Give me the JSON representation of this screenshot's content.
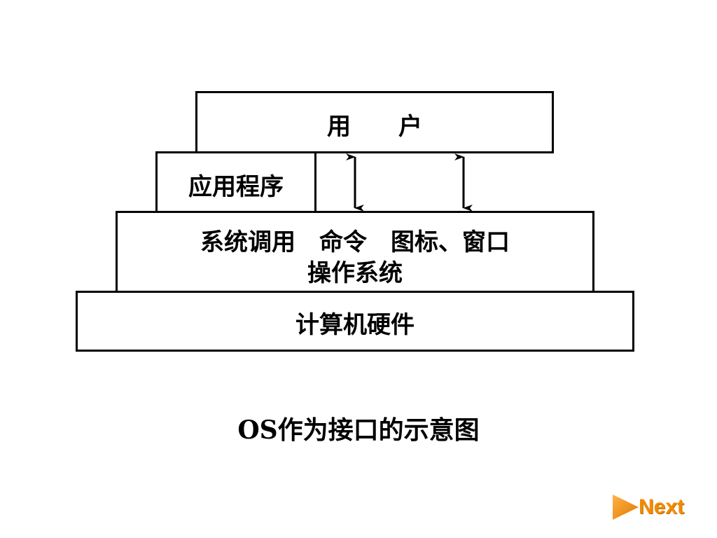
{
  "diagram": {
    "layers": {
      "user": "用　　户",
      "applications": "应用程序",
      "os_interfaces": "系统调用　命令　图标、窗口",
      "os": "操作系统",
      "hardware": "计算机硬件"
    },
    "caption": "OS作为接口的示意图"
  },
  "navigation": {
    "next_label": "Next",
    "next_icon": "play-triangle-icon",
    "accent_color": "#f28c00"
  }
}
